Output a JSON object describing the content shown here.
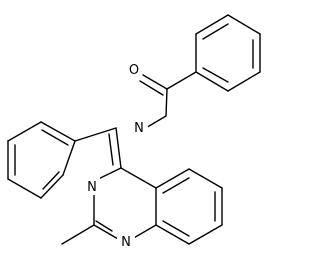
{
  "molecule": {
    "atoms": {
      "oxygen": "O",
      "amide_nitrogen": "N",
      "ring_nitrogen_bridgehead": "N",
      "ring_nitrogen_bottom": "N"
    }
  }
}
